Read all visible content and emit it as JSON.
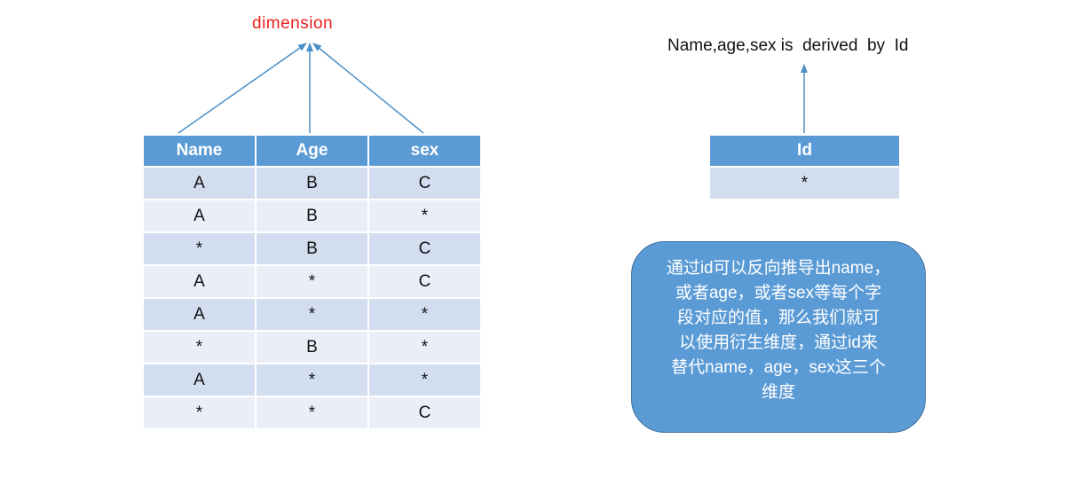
{
  "labels": {
    "dimension": "dimension",
    "derived_note": "Name,age,sex is  derived  by  Id"
  },
  "main_table": {
    "headers": [
      "Name",
      "Age",
      "sex"
    ],
    "rows": [
      [
        "A",
        "B",
        "C"
      ],
      [
        "A",
        "B",
        "*"
      ],
      [
        "*",
        "B",
        "C"
      ],
      [
        "A",
        "*",
        "C"
      ],
      [
        "A",
        "*",
        "*"
      ],
      [
        "*",
        "B",
        "*"
      ],
      [
        "A",
        "*",
        "*"
      ],
      [
        "*",
        "*",
        "C"
      ]
    ]
  },
  "id_table": {
    "header": "Id",
    "value": "*"
  },
  "note": {
    "lines": [
      "通过id可以反向推导出name，",
      "或者age，或者sex等每个字",
      "段对应的值，那么我们就可",
      "以使用衍生维度，通过id来",
      "替代name，age，sex这三个",
      "维度"
    ]
  },
  "colors": {
    "header_bg": "#5b9bd5",
    "row_odd": "#d2ddef",
    "row_even": "#e9eef7",
    "arrow": "#4a90c8",
    "dimension_text": "#e8201c"
  }
}
